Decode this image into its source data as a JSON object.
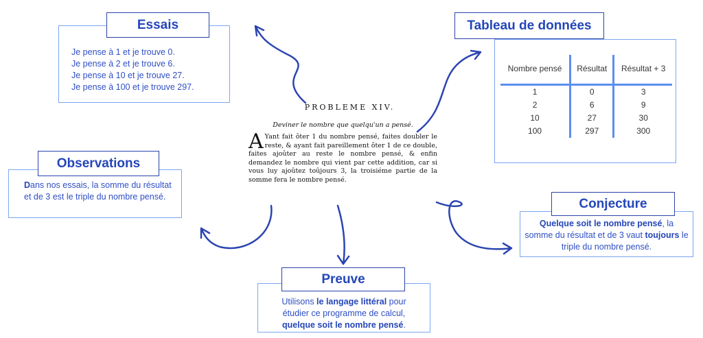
{
  "essais": {
    "title": "Essais",
    "lines": [
      "Je pense à 1 et je trouve 0.",
      "Je pense à 2 et je trouve 6.",
      "Je pense à 10 et je trouve 27.",
      "Je pense à 100 et je trouve 297."
    ]
  },
  "tableau": {
    "title": "Tableau de données",
    "headers": [
      "Nombre pensé",
      "Résultat",
      "Résultat + 3"
    ],
    "rows": [
      [
        "1",
        "0",
        "3"
      ],
      [
        "2",
        "6",
        "9"
      ],
      [
        "10",
        "27",
        "30"
      ],
      [
        "100",
        "297",
        "300"
      ]
    ]
  },
  "observations": {
    "title": "Observations",
    "drop": "D",
    "text": "ans nos essais, la somme du résultat et de 3 est le triple du nombre pensé."
  },
  "conjecture": {
    "title": "Conjecture",
    "bold1": "Quelque soit le nombre pensé",
    "text1": ", la somme du résultat et de 3 vaut ",
    "bold2": "toujours",
    "text2": " le triple du nombre pensé."
  },
  "preuve": {
    "title": "Preuve",
    "text1": "Utilisons ",
    "bold1": "le langage littéral",
    "text2": " pour étudier ce programme de calcul, ",
    "bold2": "quelque soit le nombre pensé",
    "text3": "."
  },
  "probleme": {
    "title": "PROBLEME XIV.",
    "subtitle": "Deviner le nombre que quelqu'un a pensé.",
    "initial": "A",
    "text": "Yant fait ôter 1 du nombre pensé, faites doubler le reste, & ayant fait pareillement ôter 1 de ce double, faites ajoûter au reste le nombre pensé, & enfin demandez le nombre qui vient par cette addition, car si vous luy ajoûtez toûjours 3, la troisiéme partie de la somme fera le nombre pensé."
  },
  "colors": {
    "accent": "#2a43a8",
    "border": "#7aa6f2"
  }
}
